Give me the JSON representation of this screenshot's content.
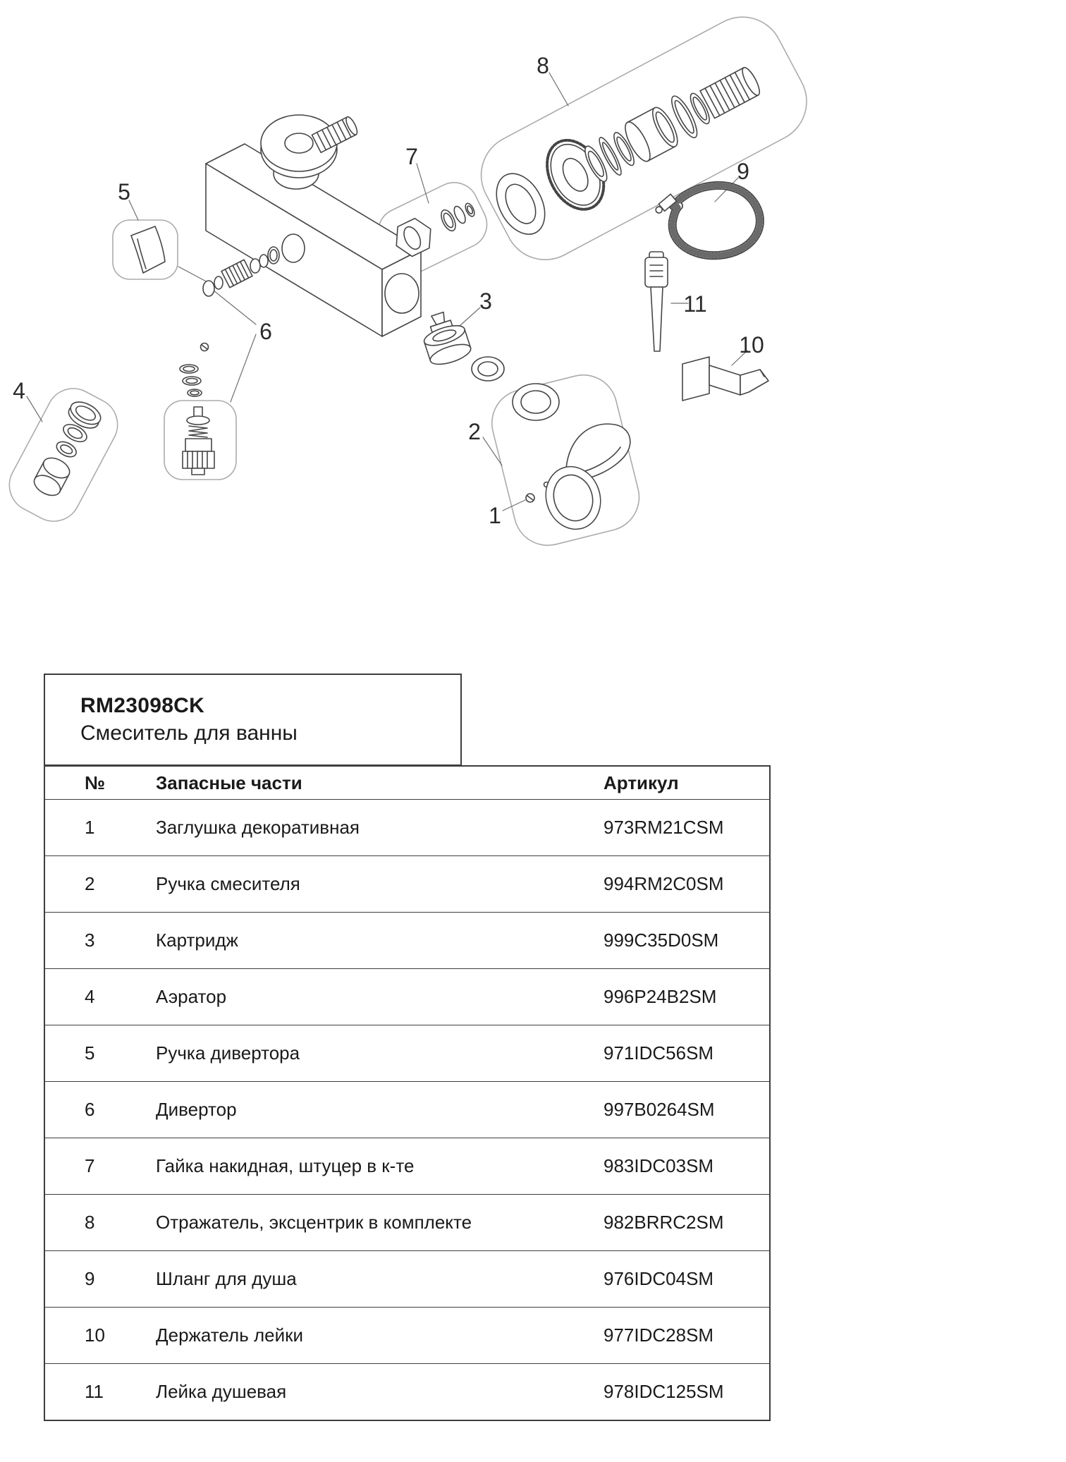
{
  "product": {
    "code": "RM23098CK",
    "name": "Смеситель для ванны"
  },
  "diagram": {
    "callouts": [
      "1",
      "2",
      "3",
      "4",
      "5",
      "6",
      "7",
      "8",
      "9",
      "10",
      "11"
    ]
  },
  "table": {
    "headers": {
      "num": "№",
      "part": "Запасные части",
      "article": "Артикул"
    },
    "rows": [
      {
        "num": "1",
        "part": "Заглушка декоративная",
        "article": "973RM21CSM"
      },
      {
        "num": "2",
        "part": "Ручка смесителя",
        "article": "994RM2C0SM"
      },
      {
        "num": "3",
        "part": "Картридж",
        "article": "999C35D0SM"
      },
      {
        "num": "4",
        "part": "Аэратор",
        "article": "996P24B2SM"
      },
      {
        "num": "5",
        "part": "Ручка дивертора",
        "article": "971IDC56SM"
      },
      {
        "num": "6",
        "part": "Дивертор",
        "article": "997B0264SM"
      },
      {
        "num": "7",
        "part": "Гайка накидная, штуцер в к-те",
        "article": "983IDC03SM"
      },
      {
        "num": "8",
        "part": "Отражатель, эксцентрик в комплекте",
        "article": "982BRRC2SM"
      },
      {
        "num": "9",
        "part": "Шланг для душа",
        "article": "976IDC04SM"
      },
      {
        "num": "10",
        "part": "Держатель лейки",
        "article": "977IDC28SM"
      },
      {
        "num": "11",
        "part": "Лейка душевая",
        "article": "978IDC125SM"
      }
    ]
  },
  "colors": {
    "line": "#454545",
    "group_outline": "#ababab",
    "border": "#3d3d3d",
    "text": "#1a1a1a"
  }
}
